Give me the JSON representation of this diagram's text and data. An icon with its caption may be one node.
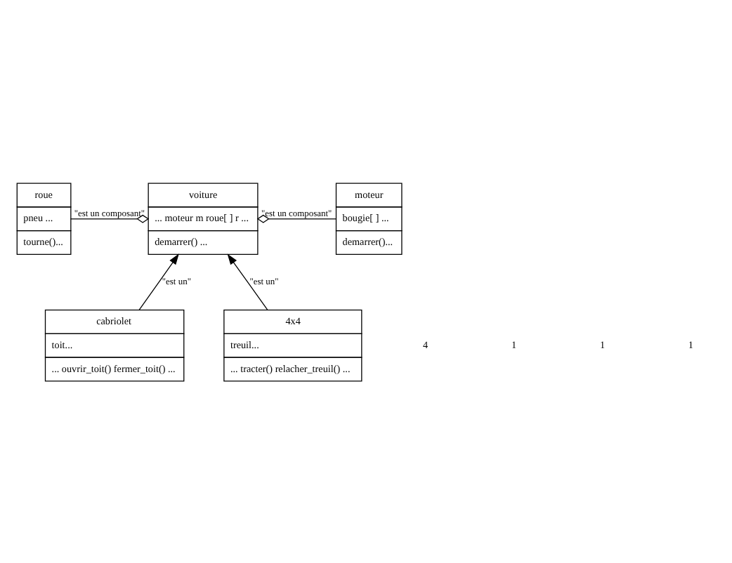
{
  "diagram": {
    "nodes": [
      {
        "text": [
          "voiture",
          "... moteur m roue[ ] r ...",
          "demarrer() ..."
        ]
      },
      {
        "text": [
          "roue",
          "pneu ...",
          "tourne()..."
        ]
      },
      {
        "text": [
          "moteur",
          "bougie[ ] ...",
          "demarrer()..."
        ]
      },
      {
        "text": [
          "cabriolet",
          "toit...",
          "... ouvrir_toit() fermer_toit() ..."
        ]
      },
      {
        "text": [
          "4x4",
          "treuil...",
          "... tracter() relacher_treuil() ..."
        ]
      }
    ],
    "edges": [
      {
        "from": 1,
        "to": 0,
        "arrow": "other",
        "label": "\"est un composant\""
      },
      {
        "from": 2,
        "to": 0,
        "arrow": "other",
        "label": "\"est un composant\""
      },
      {
        "from": 3,
        "to": 0,
        "arrow": "to",
        "label": "\"est un\""
      },
      {
        "from": 4,
        "to": 0,
        "arrow": "to",
        "label": "\"est un\""
      }
    ],
    "labels": [
      "4",
      "1",
      "1",
      "1"
    ]
  }
}
